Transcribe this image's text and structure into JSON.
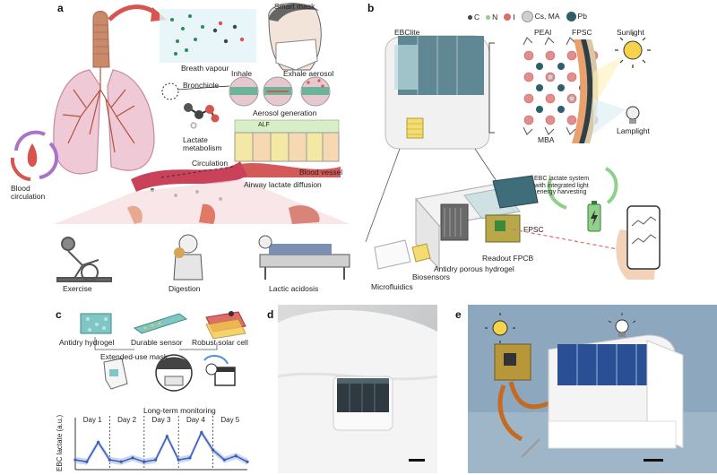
{
  "panels": {
    "a": {
      "letter": "a",
      "labels": {
        "smart_mask": "Smart mask",
        "breath_vapour": "Breath vapour",
        "inhale": "Inhale",
        "exhale_aerosol": "Exhale aerosol",
        "bronchiole": "Bronchiole",
        "aerosol_generation": "Aerosol generation",
        "alf": "ALF",
        "lactate_metabolism": "Lactate\nmetabolism",
        "circulation": "Circulation",
        "blood_vessel": "Blood vessel",
        "airway_lactate_diffusion": "Airway lactate diffusion",
        "blood_circulation": "Blood\ncirculation"
      },
      "scenarios": [
        "Exercise",
        "Digestion",
        "Lactic acidosis"
      ]
    },
    "b": {
      "letter": "b",
      "legend": [
        {
          "symbol": "C",
          "color": "#444444"
        },
        {
          "symbol": "N",
          "color": "#8fd17a"
        },
        {
          "symbol": "I",
          "color": "#e06b6b"
        },
        {
          "symbol": "Cs, MA",
          "color": "#cfcfcf"
        },
        {
          "symbol": "Pb",
          "color": "#2f5f6b"
        }
      ],
      "labels": {
        "ebclite": "EBClite",
        "peai": "PEAI",
        "fpsc_top": "FPSC",
        "sunlight": "Sunlight",
        "mba": "MBA",
        "lamplight": "Lamplight",
        "ebc_system": "EBC lactate system\nwith integrated light\nenergy harvesting",
        "fpsc_bottom": "FPSC",
        "readout": "Readout FPCB",
        "hydrogel": "Antidry porous hydrogel",
        "biosensors": "Biosensors",
        "microfluidics": "Microfluidics"
      }
    },
    "c": {
      "letter": "c",
      "labels": {
        "antidry": "Antidry hydrogel",
        "durable": "Durable sensor",
        "robust": "Robust solar cell",
        "extended": "Extended-use mask",
        "longterm": "Long-term monitoring",
        "ylabel": "EBC lactate (a.u.)"
      },
      "days": [
        "Day 1",
        "Day 2",
        "Day 3",
        "Day 4",
        "Day 5"
      ]
    },
    "d": {
      "letter": "d"
    },
    "e": {
      "letter": "e"
    }
  },
  "chart_data": {
    "type": "line",
    "title": "",
    "xlabel": "",
    "ylabel": "EBC lactate (a.u.)",
    "categories": [
      "Day 1",
      "Day 2",
      "Day 3",
      "Day 4",
      "Day 5"
    ],
    "x": [
      0,
      1,
      2,
      3,
      4,
      5,
      6,
      7,
      8,
      9,
      10,
      11,
      12,
      13,
      14,
      15
    ],
    "series": [
      {
        "values": [
          0.25,
          0.2,
          0.7,
          0.25,
          0.2,
          0.3,
          0.2,
          0.25,
          0.85,
          0.25,
          0.3,
          0.95,
          0.5,
          0.25,
          0.35,
          0.2
        ]
      }
    ],
    "ylim": [
      0,
      1.1
    ],
    "grid": false
  }
}
